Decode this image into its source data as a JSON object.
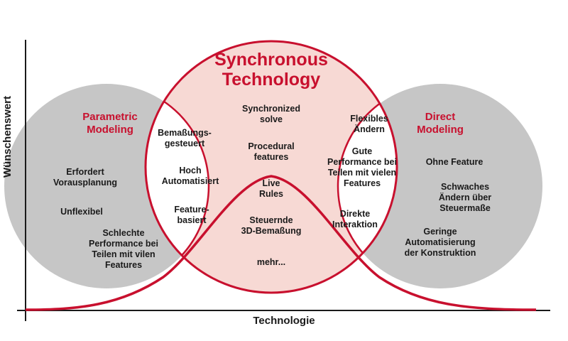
{
  "colors": {
    "accent_red": "#c8102e",
    "gray_circle": "#c6c6c6",
    "pink_fill": "#f7d9d4",
    "text_dark": "#1a1a1a"
  },
  "axes": {
    "y_label": "Wünschenswert",
    "x_label": "Technologie"
  },
  "center": {
    "title": "Synchronous\nTechnology",
    "items": [
      "Synchronized\nsolve",
      "Procedural\nfeatures",
      "Live\nRules",
      "Steuernde\n3D-Bemaßung",
      "mehr..."
    ]
  },
  "left": {
    "title": "Parametric\nModeling",
    "items": [
      "Erfordert\nVorausplanung",
      "Unflexibel",
      "Schlechte\nPerformance bei\nTeilen mit vilen\nFeatures"
    ],
    "overlap_items": [
      "Bemaßungs-\ngesteuert",
      "Hoch\nAutomatisiert",
      "Feature-\nbasiert"
    ]
  },
  "right": {
    "title": "Direct\nModeling",
    "items": [
      "Ohne Feature",
      "Schwaches\nÄndern über\nSteuermaße",
      "Geringe\nAutomatisierung\nder Konstruktion"
    ],
    "overlap_items": [
      "Flexibles\nÄndern",
      "Gute\nPerformance bei\nTeilen mit vielen\nFeatures",
      "Direkte\nInteraktion"
    ]
  }
}
